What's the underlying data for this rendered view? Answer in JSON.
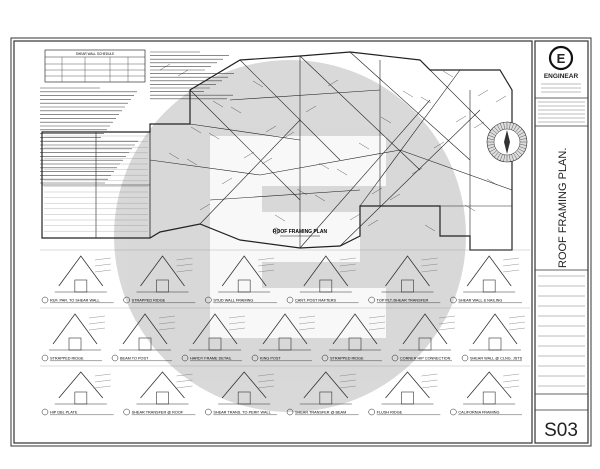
{
  "sheet": {
    "plan_label": "ROOF FRAMING PLAN",
    "vertical_title": "ROOF FRAMING PLAN.",
    "sheet_number": "S03",
    "notes_table_title": "SHEAR WALL SCHEDULE"
  },
  "firm": {
    "logo_letter": "E",
    "name": "ENGINEAR"
  },
  "details_row1": [
    {
      "title": "RUF. PAR. TO SHEAR WALL"
    },
    {
      "title": "STRAPPED RIDGE"
    },
    {
      "title": "STUD WALL FRAMING"
    },
    {
      "title": "CANT. POST RAFTERS"
    },
    {
      "title": "TOP PLT./SHEAR TRANSFER"
    },
    {
      "title": "SHEAR WALL & NAILING"
    }
  ],
  "details_row2": [
    {
      "title": "STRAPPED RIDGE"
    },
    {
      "title": "BEAM TO POST"
    },
    {
      "title": "HARDY FRAME DETAIL"
    },
    {
      "title": "KING POST"
    },
    {
      "title": "STRAPPED RIDGE"
    },
    {
      "title": "CORNER HIP CONNECTION"
    },
    {
      "title": "SHEAR WALL @ CLNG. JSTS"
    }
  ],
  "details_row3": [
    {
      "title": "HIP DBL PLATE"
    },
    {
      "title": "SHEAR TRANSFER @ ROOF"
    },
    {
      "title": "SHEAR TRANS. TO PERP. WALL"
    },
    {
      "title": "SHEAR TRANSFER @ BEAM"
    },
    {
      "title": "FLUSH RIDGE"
    },
    {
      "title": "CALIFORNIA FRAMING"
    }
  ]
}
